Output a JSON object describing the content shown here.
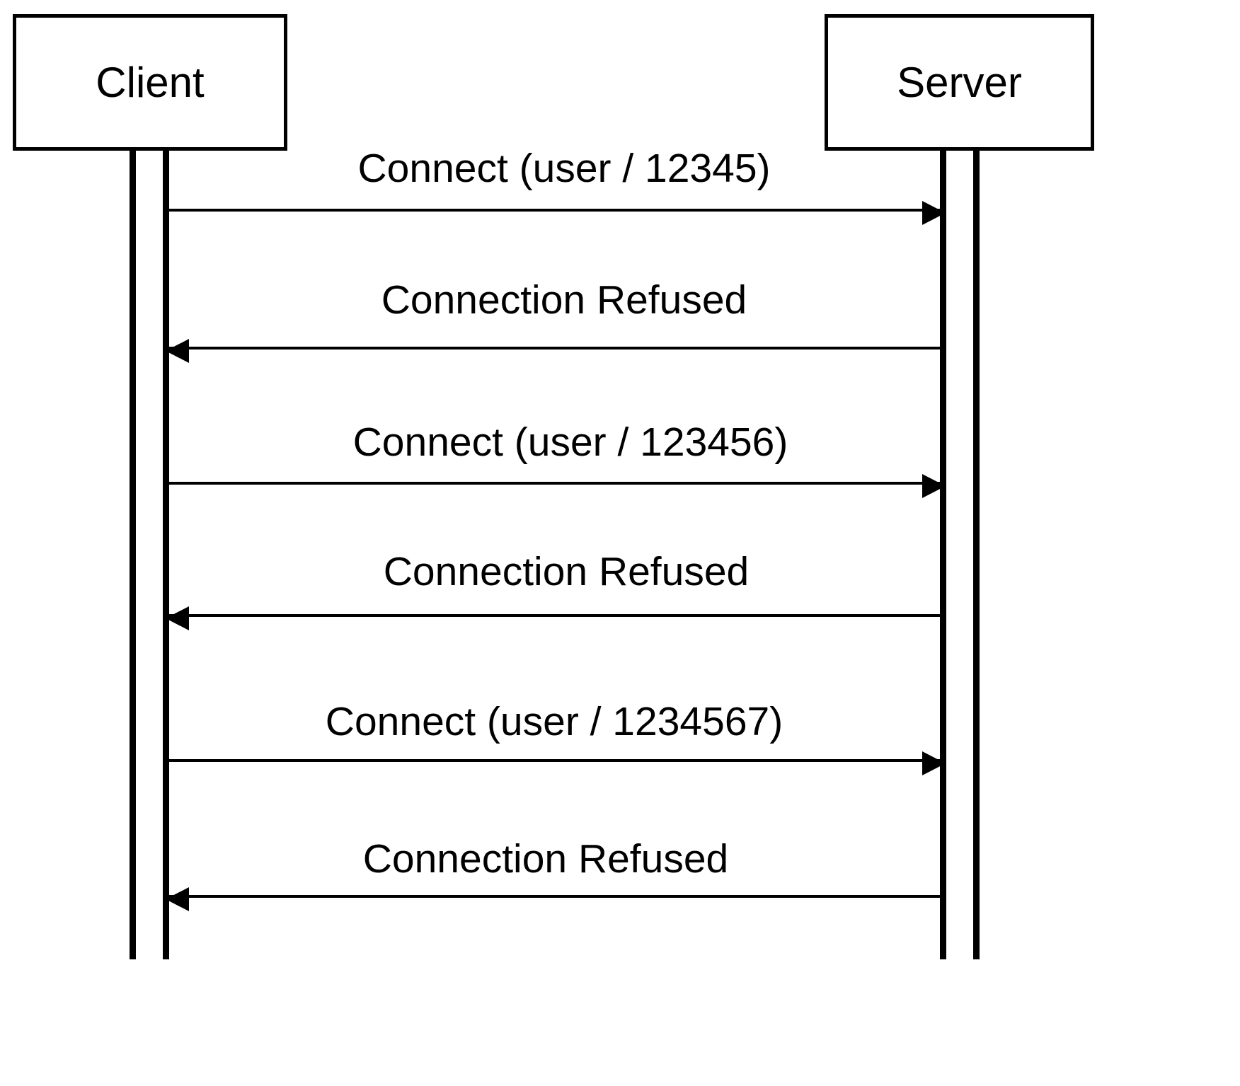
{
  "diagram": {
    "type": "sequence-diagram",
    "title": "Client Server Connection Refused Sequence",
    "background_color": "#ffffff",
    "line_color": "#000000"
  },
  "participants": [
    {
      "id": "client",
      "label": "Client"
    },
    {
      "id": "server",
      "label": "Server"
    }
  ],
  "messages": [
    {
      "index": 1,
      "label": "Connect (user / 12345)",
      "from": "client",
      "to": "server",
      "direction": "right"
    },
    {
      "index": 2,
      "label": "Connection Refused",
      "from": "server",
      "to": "client",
      "direction": "left"
    },
    {
      "index": 3,
      "label": "Connect (user / 123456)",
      "from": "client",
      "to": "server",
      "direction": "right"
    },
    {
      "index": 4,
      "label": "Connection Refused",
      "from": "server",
      "to": "client",
      "direction": "left"
    },
    {
      "index": 5,
      "label": "Connect (user / 1234567)",
      "from": "client",
      "to": "server",
      "direction": "right"
    },
    {
      "index": 6,
      "label": "Connection Refused",
      "from": "server",
      "to": "client",
      "direction": "left"
    }
  ]
}
